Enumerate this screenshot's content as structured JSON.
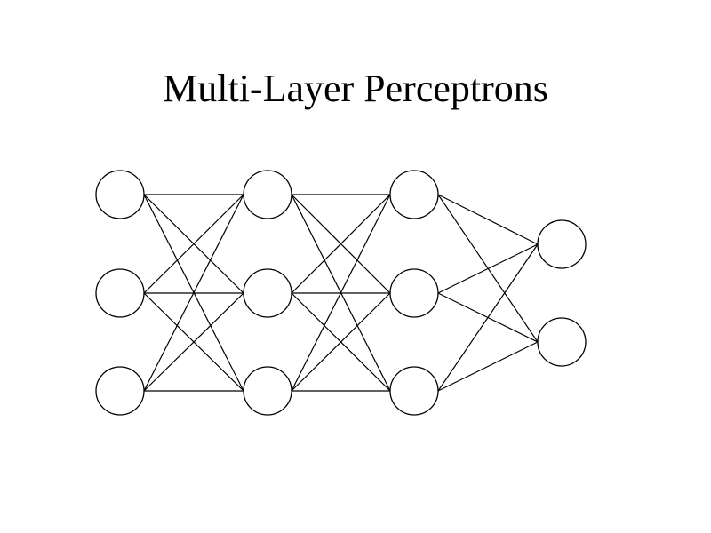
{
  "title": "Multi-Layer Perceptrons",
  "network": {
    "layers": [
      {
        "nodes": 3
      },
      {
        "nodes": 3
      },
      {
        "nodes": 3
      },
      {
        "nodes": 2
      }
    ],
    "connectivity": "fully-connected",
    "line_color": "#000000",
    "node_fill": "#ffffff",
    "node_stroke": "#000000"
  }
}
